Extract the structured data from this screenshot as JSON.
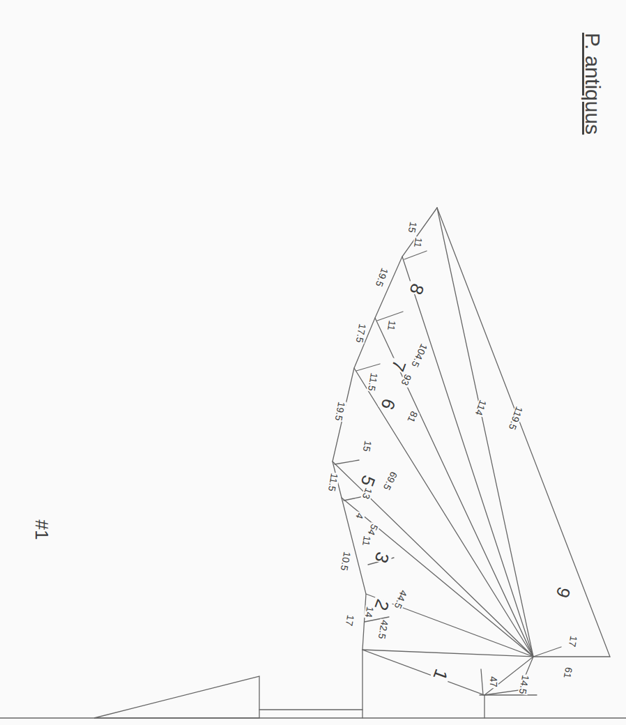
{
  "diagram": {
    "title": "P. antiquus",
    "labels": [
      "#1",
      "15",
      "11",
      "8",
      "19.5",
      "11",
      "7",
      "17.5",
      "11.5",
      "6",
      "19.5",
      "15",
      "5",
      "11.5",
      "13",
      "10.5",
      "11",
      "3",
      "17",
      "14",
      "2",
      "42.5",
      "44.5",
      "69.5",
      "54",
      "81",
      "93",
      "104.5",
      "114",
      "119.5",
      "9",
      "17",
      "61",
      "14.5",
      "1",
      "47",
      "4"
    ]
  }
}
